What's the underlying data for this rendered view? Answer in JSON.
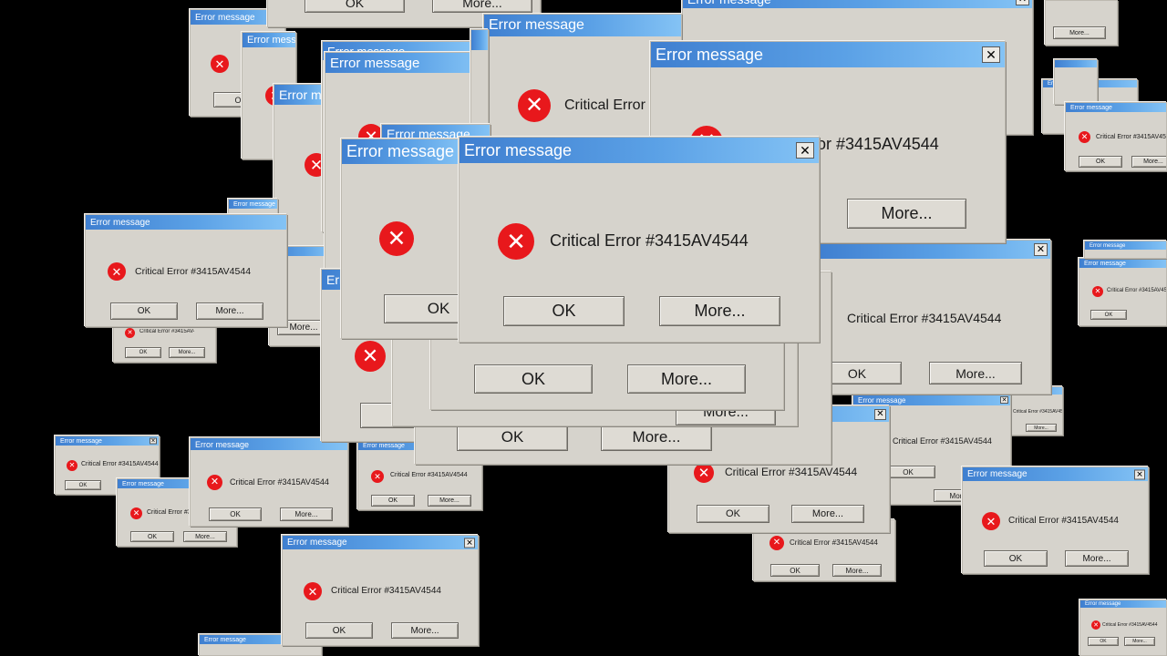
{
  "dialog": {
    "title": "Error message",
    "message": "Critical Error #3415AV4544",
    "ok_label": "OK",
    "more_label": "More...",
    "icon": "error-x-icon",
    "close_icon": "close-x-icon"
  },
  "colors": {
    "desktop": "#000000",
    "window_body": "#d6d3cc",
    "titlebar_start": "#3f7fd0",
    "titlebar_end": "#84c3f5",
    "error_icon": "#e8181c"
  }
}
